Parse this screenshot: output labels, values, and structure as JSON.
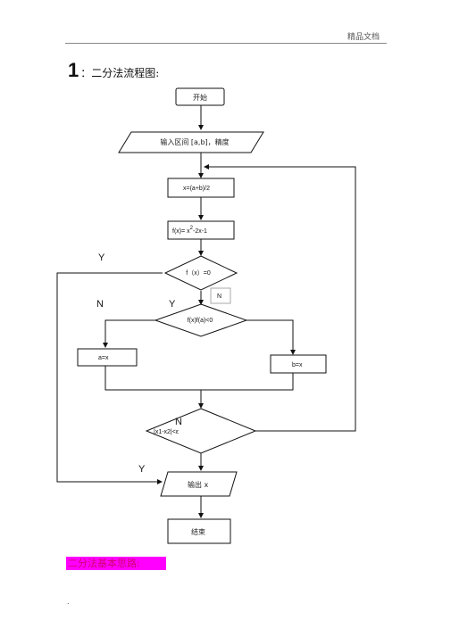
{
  "header": {
    "tag": "精品文档"
  },
  "heading": {
    "number": "1",
    "text": "：二分法流程图:"
  },
  "flow": {
    "start": "开始",
    "input": "输入区间 [a,b]，精度",
    "step_mid": "x=(a+b)/2",
    "step_f": "f(x)= x",
    "step_f_exp": "2",
    "step_f_tail": "-2x-1",
    "cond_zero": "f（x）=0",
    "n_box": "N",
    "cond_sign": "f(x)f(a)<0",
    "assign_a": "a=x",
    "assign_b": "b=x",
    "cond_prec": "|x1-x2|<ε",
    "output": "输出 x",
    "end": "结束",
    "labels": {
      "y_zero": "Y",
      "n_left": "N",
      "y_sign": "Y",
      "n_prec": "N",
      "y_prec": "Y"
    }
  },
  "footer": {
    "text": "二分法基本思路:",
    "dot": "."
  }
}
